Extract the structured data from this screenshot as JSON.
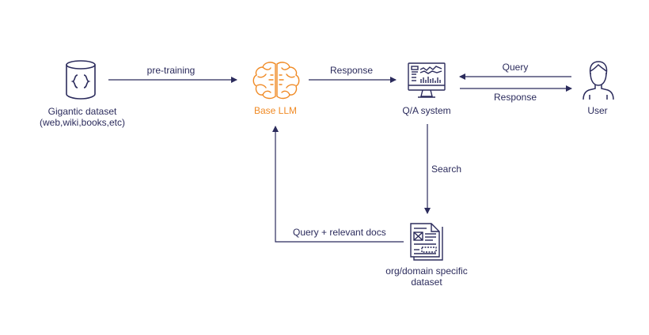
{
  "colors": {
    "ink": "#2b2b5c",
    "accent": "#f08a24",
    "background": "#ffffff"
  },
  "nodes": {
    "dataset": {
      "label_line1": "Gigantic dataset",
      "label_line2": "(web,wiki,books,etc)",
      "icon": "database-braces-icon"
    },
    "llm": {
      "label": "Base LLM",
      "icon": "brain-icon"
    },
    "qa": {
      "label": "Q/A system",
      "icon": "monitor-dashboard-icon"
    },
    "user": {
      "label": "User",
      "icon": "user-icon"
    },
    "docs": {
      "label_line1": "org/domain specific",
      "label_line2": "dataset",
      "icon": "document-icon"
    }
  },
  "edges": {
    "pretraining": "pre-training",
    "llm_to_qa": "Response",
    "user_to_qa": "Query",
    "qa_to_user": "Response",
    "qa_to_docs": "Search",
    "docs_to_llm": "Query + relevant docs"
  }
}
